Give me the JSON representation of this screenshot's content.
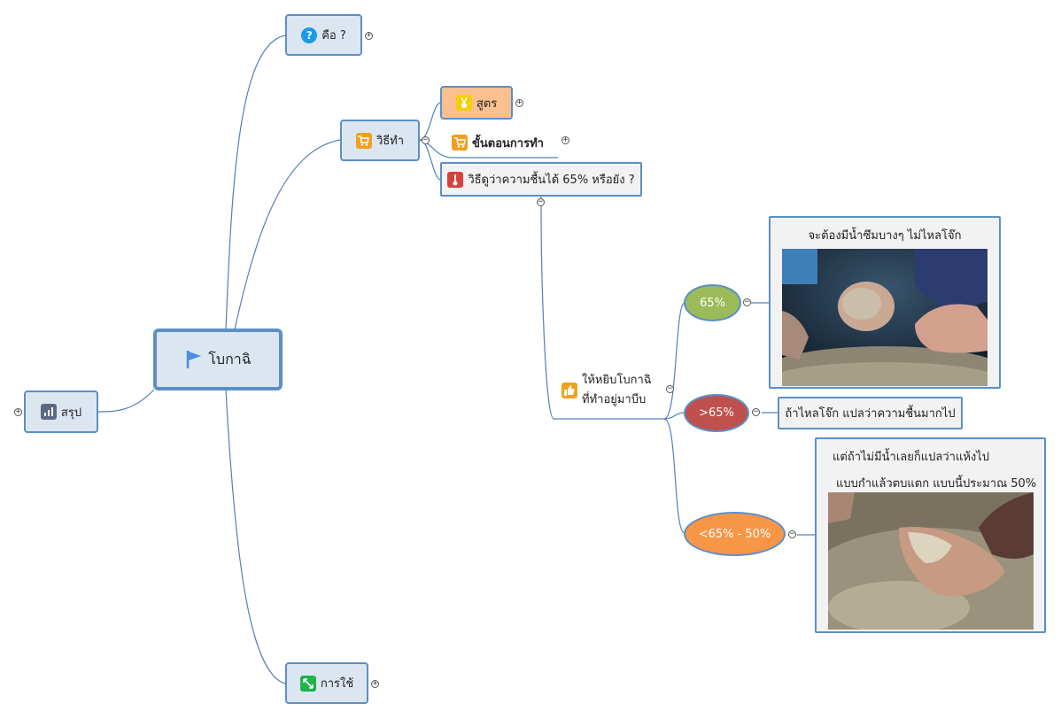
{
  "root": {
    "label": "โบกาฉิ",
    "icon": "flag-icon"
  },
  "left": {
    "label": "สรุป",
    "icon": "bar-chart-icon"
  },
  "branches": {
    "what": {
      "label": "คือ ?",
      "icon": "question-icon"
    },
    "method": {
      "label": "วิธีทำ",
      "icon": "cart-icon"
    },
    "usage": {
      "label": "การใช้",
      "icon": "resize-icon"
    }
  },
  "method_children": {
    "recipe": {
      "label": "สูตร",
      "icon": "medal-icon"
    },
    "steps": {
      "label": "ขั้นตอนการทำ",
      "icon": "cart-icon"
    },
    "check": {
      "label": "วิธีดูว่าความชื้นได้ 65% หรือยัง ?",
      "icon": "thermometer-icon"
    }
  },
  "squeeze": {
    "line1": "ให้หยิบโบกาฉิ",
    "line2": "ที่ทำอยู่มาบีบ",
    "icon": "thumbs-up-icon"
  },
  "levels": [
    {
      "label": "65%",
      "color": "#9bbb59"
    },
    {
      "label": ">65%",
      "color": "#c0504d"
    },
    {
      "label": "<65% - 50%",
      "color": "#f79646"
    }
  ],
  "notes": {
    "n65": "จะต้องมีน้ำซึมบางๆ ไม่ไหลโจ๊ก",
    "over": "ถ้าไหลโจ๊ก แปลว่าความชื้นมากไป",
    "under_1": "แต่ถ้าไม่มีน้ำเลยก็แปลว่าแห้งไป",
    "under_2": "แบบกำแล้วตบแตก แบบนี้ประมาณ 50%"
  },
  "colors": {
    "link": "#4f81bd",
    "node_fill": "#dce6f1",
    "node_border": "#5b8fc7"
  }
}
